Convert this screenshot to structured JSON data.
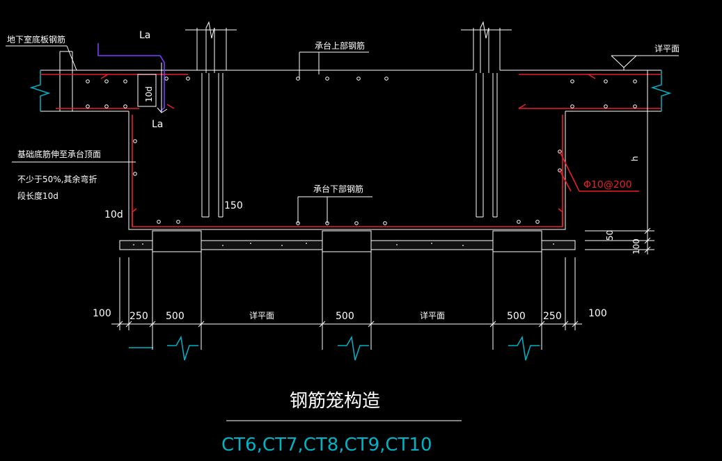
{
  "labels": {
    "basement_slab_rebar": "地下室底板钢筋",
    "cap_top_rebar": "承台上部钢筋",
    "see_plan_top": "详平面",
    "cap_bottom_rebar": "承台下部钢筋",
    "la_top": "La",
    "la_bottom": "La",
    "ten_d_vertical": "10d",
    "ten_d_left": "10d",
    "dim_150": "150",
    "h": "h",
    "stirrup": "Φ10@200",
    "dim_50": "50",
    "dim_100_right": "100",
    "note_line1": "基础底筋伸至承台顶面",
    "note_line2": "不少于50%,其余弯折",
    "note_line3": "段长度10d"
  },
  "bottom_dims": {
    "left_100": "100",
    "d250_left": "250",
    "d500_1": "500",
    "see_plan_1": "详平面",
    "d500_2": "500",
    "see_plan_2": "详平面",
    "d500_3": "500",
    "d250_right": "250",
    "right_100": "100"
  },
  "title": "钢筋笼构造",
  "subtitle": "CT6,CT7,CT8,CT9,CT10",
  "colors": {
    "background": "#000000",
    "line": "#ffffff",
    "rebar": "#e8212b",
    "break_line": "#00b4c8",
    "anchor": "#7b3cff"
  }
}
